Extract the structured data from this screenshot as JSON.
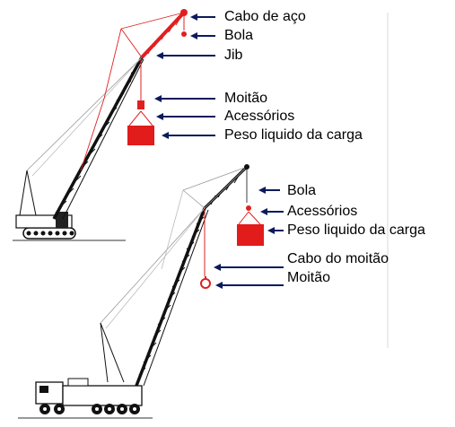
{
  "labels_top": [
    "Cabo de aço",
    "Bola",
    "Jib",
    "Moitão",
    "Acessórios",
    "Peso liquido da carga"
  ],
  "labels_bottom": [
    "Bola",
    "Acessórios",
    "Peso liquido da carga",
    "Cabo do moitão",
    "Moitão"
  ],
  "colors": {
    "boom": "#111111",
    "rigging": "#e02020",
    "load": "#e21b1b",
    "arrow": "#0b1a5c",
    "divider": "#d8d8d8"
  }
}
